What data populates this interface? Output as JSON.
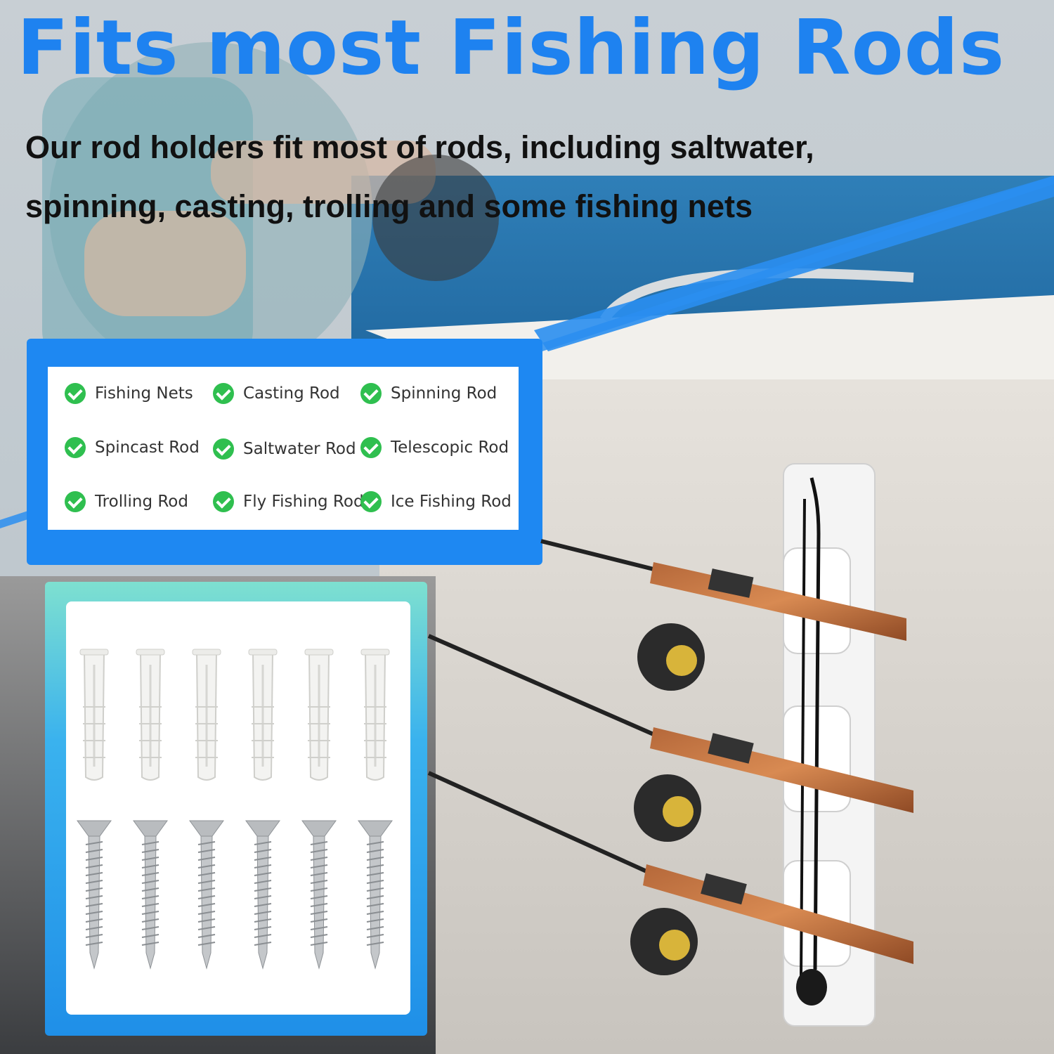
{
  "header": {
    "title": "Fits most Fishing Rods",
    "subtitle_line1": "Our rod holders fit most of rods, including saltwater,",
    "subtitle_line2": "spinning, casting, trolling and some fishing nets"
  },
  "features": [
    "Fishing Nets",
    "Casting Rod",
    "Spinning Rod",
    "Spincast Rod",
    "Saltwater Rod",
    "Telescopic Rod",
    "Trolling Rod",
    "Fly Fishing Rod",
    "Ice Fishing Rod"
  ],
  "hardware": {
    "anchor_count": 6,
    "screw_count": 6
  },
  "colors": {
    "title": "#1e82f0",
    "frame": "#1e88f2",
    "check": "#2fbf4f"
  },
  "icons": {
    "feature_bullet": "check-circle-icon"
  }
}
